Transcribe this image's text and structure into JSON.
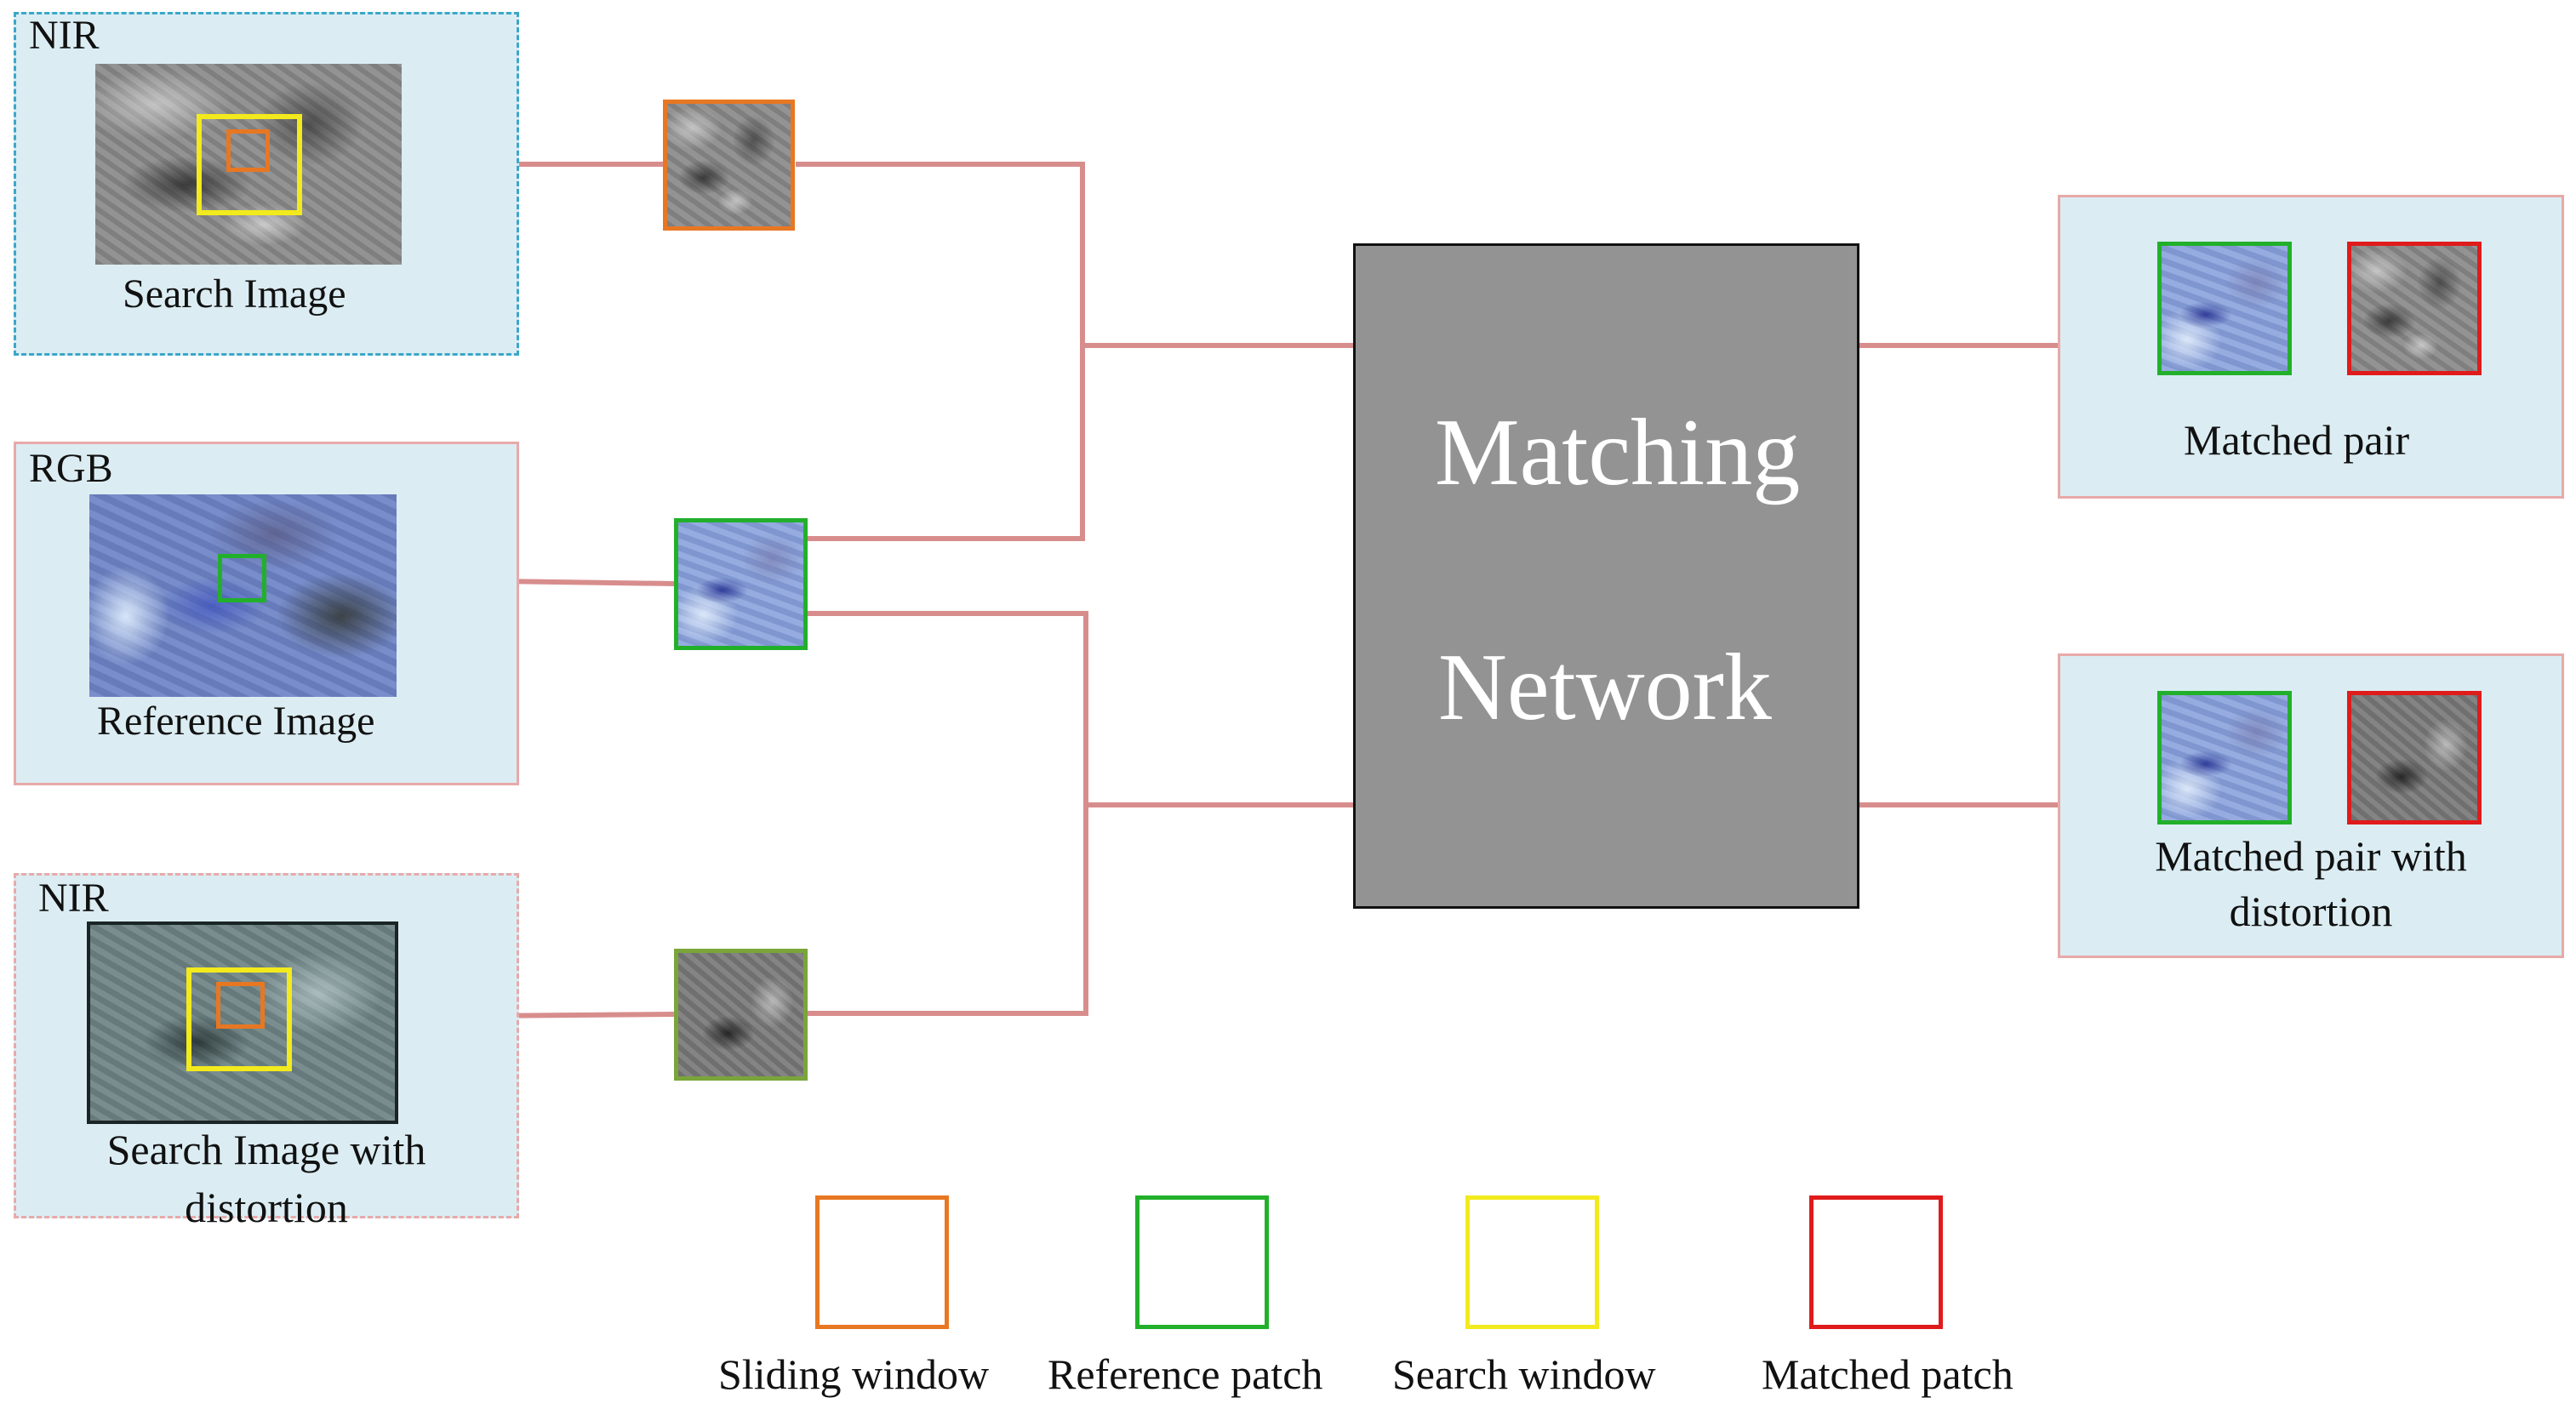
{
  "inputs": {
    "search": {
      "tag": "NIR",
      "caption": "Search Image"
    },
    "reference": {
      "tag": "RGB",
      "caption": "Reference Image"
    },
    "distorted": {
      "tag": "NIR",
      "caption_line1": "Search Image with",
      "caption_line2": "distortion"
    }
  },
  "network": {
    "line1": "Matching",
    "line2": "Network"
  },
  "outputs": {
    "pair": {
      "caption": "Matched pair"
    },
    "pair_distortion": {
      "caption_line1": "Matched pair with",
      "caption_line2": "distortion"
    }
  },
  "legend": [
    {
      "label": "Sliding window",
      "color": "#e87722"
    },
    {
      "label": "Reference patch",
      "color": "#22b02b"
    },
    {
      "label": "Search window",
      "color": "#f2ea1c"
    },
    {
      "label": "Matched patch",
      "color": "#e01b1b"
    }
  ],
  "colors": {
    "connector": "#d88d8d",
    "panel_fill": "#dbedf3",
    "search_panel_border": "#3aa7c9",
    "pink_border": "#e8a9a9",
    "network_fill": "#939393"
  }
}
